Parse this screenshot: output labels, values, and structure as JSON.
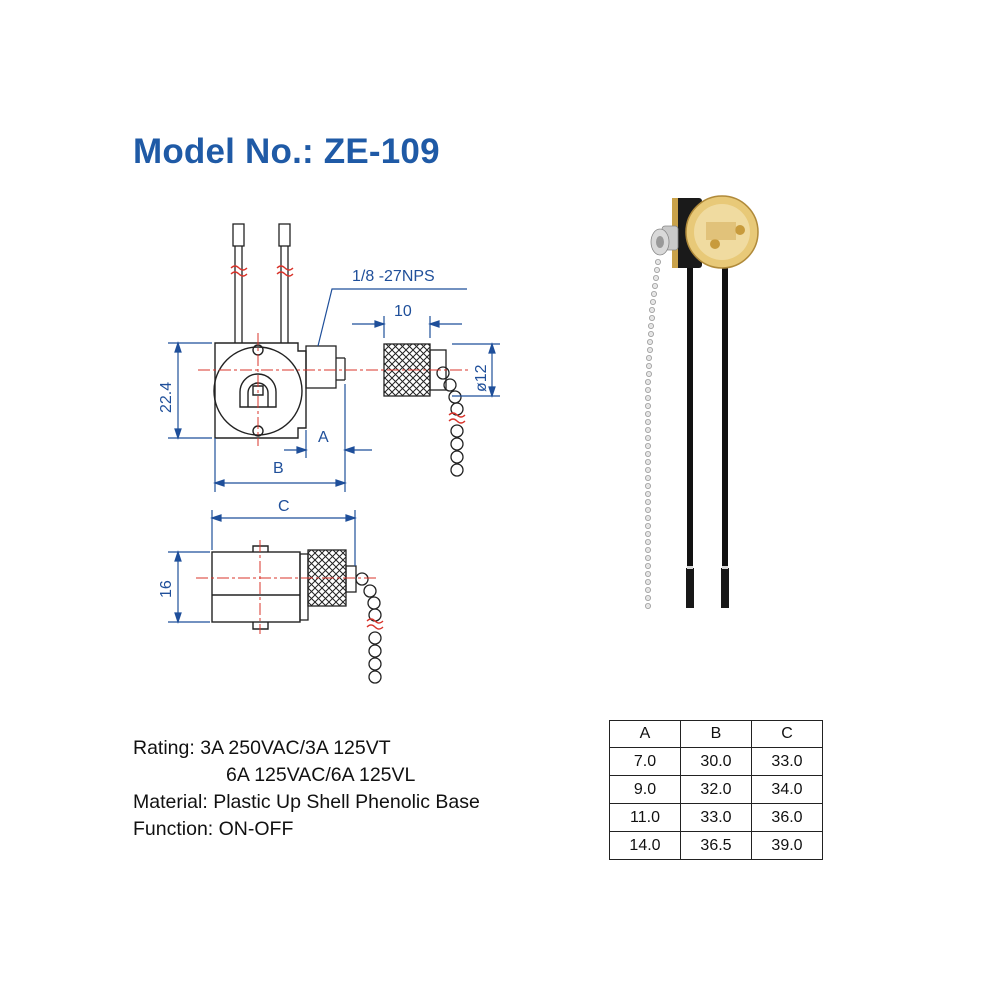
{
  "title": "Model No.: ZE-109",
  "drawing": {
    "thread_label": "1/8 -27NPS",
    "dim_10": "10",
    "dim_diameter": "ø12",
    "dim_22_4": "22.4",
    "dim_a": "A",
    "dim_b": "B",
    "dim_c": "C",
    "dim_16": "16"
  },
  "specs": {
    "rating_label": "Rating:",
    "rating_line1": "3A 250VAC/3A 125VT",
    "rating_line2": "6A 125VAC/6A 125VL",
    "material_label": "Material:",
    "material_value": "Plastic Up Shell  Phenolic Base",
    "function_label": "Function:",
    "function_value": "ON-OFF"
  },
  "table": {
    "headers": [
      "A",
      "B",
      "C"
    ],
    "rows": [
      [
        "7.0",
        "30.0",
        "33.0"
      ],
      [
        "9.0",
        "32.0",
        "34.0"
      ],
      [
        "11.0",
        "33.0",
        "36.0"
      ],
      [
        "14.0",
        "36.5",
        "39.0"
      ]
    ]
  },
  "colors": {
    "title_blue": "#1f5aa6",
    "dimension_blue": "#1f4f9a",
    "centerline_red": "#d9342b"
  }
}
